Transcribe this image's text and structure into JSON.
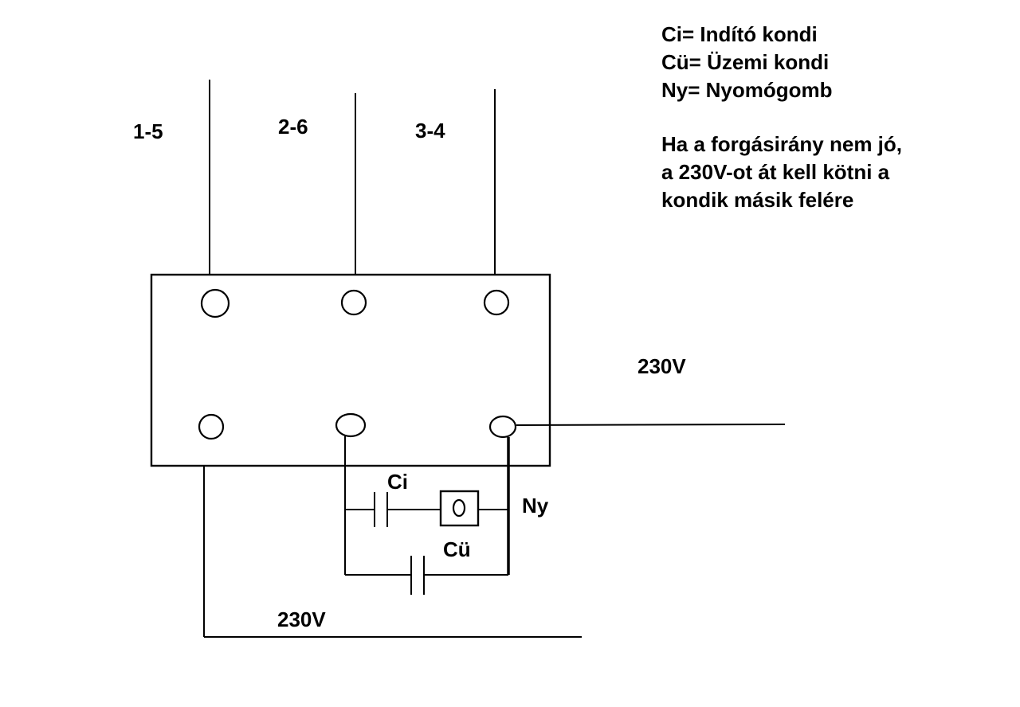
{
  "legend": {
    "items": [
      "Ci= Indító kondi",
      "Cü= Üzemi kondi",
      "Ny= Nyomógomb"
    ]
  },
  "note": {
    "items": [
      "Ha a forgásirány nem jó,",
      "a 230V-ot át kell kötni a",
      "kondik másik felére"
    ]
  },
  "labels": {
    "terminal_pair_1": "1-5",
    "terminal_pair_2": "2-6",
    "terminal_pair_3": "3-4",
    "voltage_right": "230V",
    "voltage_bottom": "230V",
    "start_capacitor": "Ci",
    "run_capacitor": "Cü",
    "push_button": "Ny"
  },
  "colors": {
    "line": "#000000",
    "background": "#ffffff"
  }
}
